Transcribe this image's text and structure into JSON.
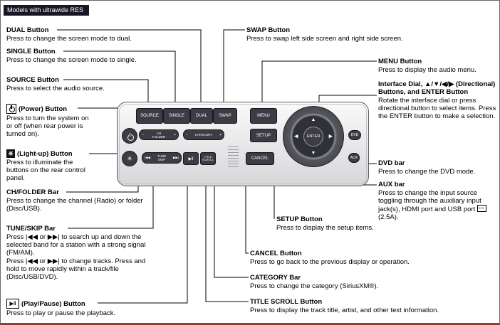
{
  "header": {
    "tag": "Models with ultrawide RES"
  },
  "colors": {
    "tag_bg": "#171726",
    "button_dark": "#3c3c44",
    "page_accent": "#993a3a"
  },
  "callouts": {
    "dual": {
      "title": "DUAL Button",
      "desc": "Press to change the screen mode to dual."
    },
    "single": {
      "title": "SINGLE Button",
      "desc": "Press to change the screen mode to single."
    },
    "source": {
      "title": "SOURCE Button",
      "desc": "Press to select the audio source."
    },
    "power": {
      "title": "(Power) Button",
      "desc": "Press to turn the system on or off (when rear power is turned on)."
    },
    "light": {
      "title": "(Light-up) Button",
      "desc": "Press to illuminate the buttons on the rear control panel."
    },
    "chfolder": {
      "title": "CH/FOLDER Bar",
      "desc": "Press to change the channel (Radio) or folder (Disc/USB)."
    },
    "tuneskip": {
      "title": "TUNE/SKIP Bar",
      "desc1": "Press |◀◀ or ▶▶| to search up and down the selected band for a station with a strong signal (FM/AM).",
      "desc2": "Press |◀◀ or ▶▶| to change tracks. Press and hold to move rapidly within a track/file (Disc/USB/DVD)."
    },
    "playpause": {
      "title": "(Play/Pause) Button",
      "desc": "Press to play or pause the playback."
    },
    "swap": {
      "title": "SWAP Button",
      "desc": "Press to swap left side screen and right side screen."
    },
    "menu": {
      "title": "MENU Button",
      "desc": "Press to display the audio menu."
    },
    "dial": {
      "title": "Interface Dial, ▲/▼/◀/▶ (Directional) Buttons, and ENTER Button",
      "desc": "Rotate the interface dial or press directional button to select items. Press the ENTER button to make a selection."
    },
    "dvd": {
      "title": "DVD bar",
      "desc": "Press to change the DVD mode."
    },
    "aux": {
      "title": "AUX bar",
      "desc_pre": "Press to change the input source toggling through the auxiliary input jack(s), HDMI port and USB port",
      "desc_post": "(2.5A)."
    },
    "setup": {
      "title": "SETUP Button",
      "desc": "Press to display the setup items."
    },
    "cancel": {
      "title": "CANCEL Button",
      "desc": "Press to go back to the previous display or operation."
    },
    "category": {
      "title": "CATEGORY Bar",
      "desc": "Press to change the category (SiriusXM®)."
    },
    "titlescroll": {
      "title": "TITLE SCROLL Button",
      "desc": "Press to display the track title, artist, and other text information."
    }
  },
  "icons": {
    "light": "☀",
    "play_pause": "▶‖"
  },
  "remote": {
    "source": "SOURCE",
    "single": "SINGLE",
    "dual": "DUAL",
    "swap": "SWAP",
    "menu": "MENU",
    "setup": "SETUP",
    "cancel": "CANCEL",
    "dvd": "DVD",
    "aux": "AUX",
    "enter": "ENTER",
    "arrow_up": "▲",
    "arrow_down": "▼",
    "arrow_left": "◀",
    "arrow_right": "▶",
    "ch_minus": "−",
    "ch_line1": "CH",
    "ch_line2": "FOLDER",
    "ch_plus": "+",
    "cat_minus": "−",
    "cat_label": "CATEGORY",
    "cat_plus": "+",
    "tune_left": "|◀◀",
    "tune_line1": "TUNE",
    "tune_line2": "SKIP",
    "tune_right": "▶▶|",
    "play_pause": "▶‖",
    "title_line1": "TITLE",
    "title_line2": "SCROLL",
    "light_glyph": "☀"
  }
}
